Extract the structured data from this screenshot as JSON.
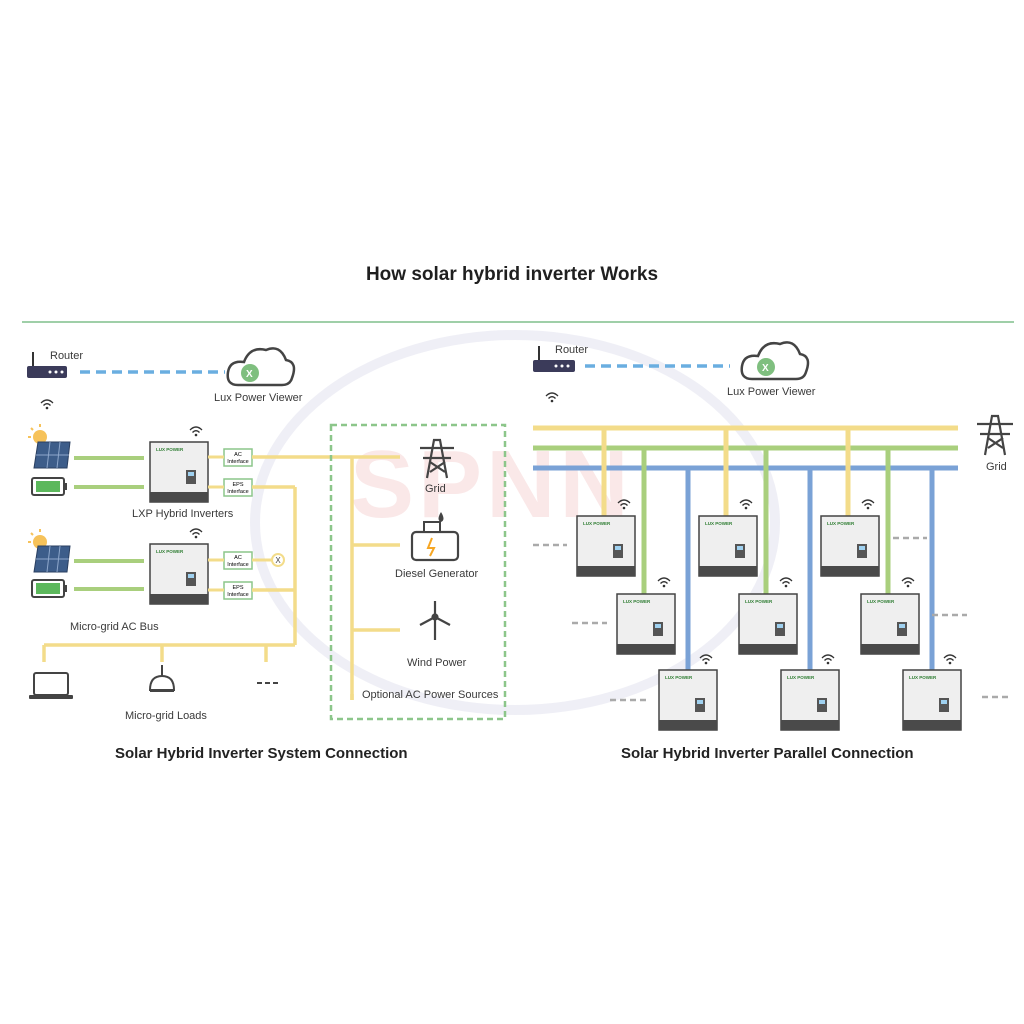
{
  "title": "How solar hybrid inverter Works",
  "watermark": {
    "text": "SPNN"
  },
  "left": {
    "router_label": "Router",
    "cloud_label": "Lux Power Viewer",
    "inverter_label": "LXP Hybrid Inverters",
    "bus_label": "Micro-grid AC Bus",
    "loads_label": "Micro-grid Loads",
    "ac_interface": "AC\nInterface",
    "eps_interface": "EPS\nInterface",
    "ac_label": "AC",
    "eps_label": "EPS",
    "interface_label": "Interface",
    "x_mark": "X",
    "brand": "LUX POWER",
    "sources": {
      "grid": "Grid",
      "diesel": "Diesel Generator",
      "wind": "Wind Power",
      "optional": "Optional AC Power Sources"
    },
    "caption": "Solar Hybrid Inverter System Connection"
  },
  "right": {
    "router_label": "Router",
    "cloud_label": "Lux Power Viewer",
    "grid_label": "Grid",
    "caption": "Solar Hybrid Inverter Parallel Connection"
  },
  "colors": {
    "yellow_line": "#f3dc8a",
    "green_line": "#a9cf7d",
    "blue_line": "#7aa2d6",
    "dash_blue": "#6aaee0",
    "divider": "#9fcfa8",
    "inverter_body": "#efefef",
    "inverter_dark": "#4a4a4a",
    "green_box": "#8cc68a"
  }
}
